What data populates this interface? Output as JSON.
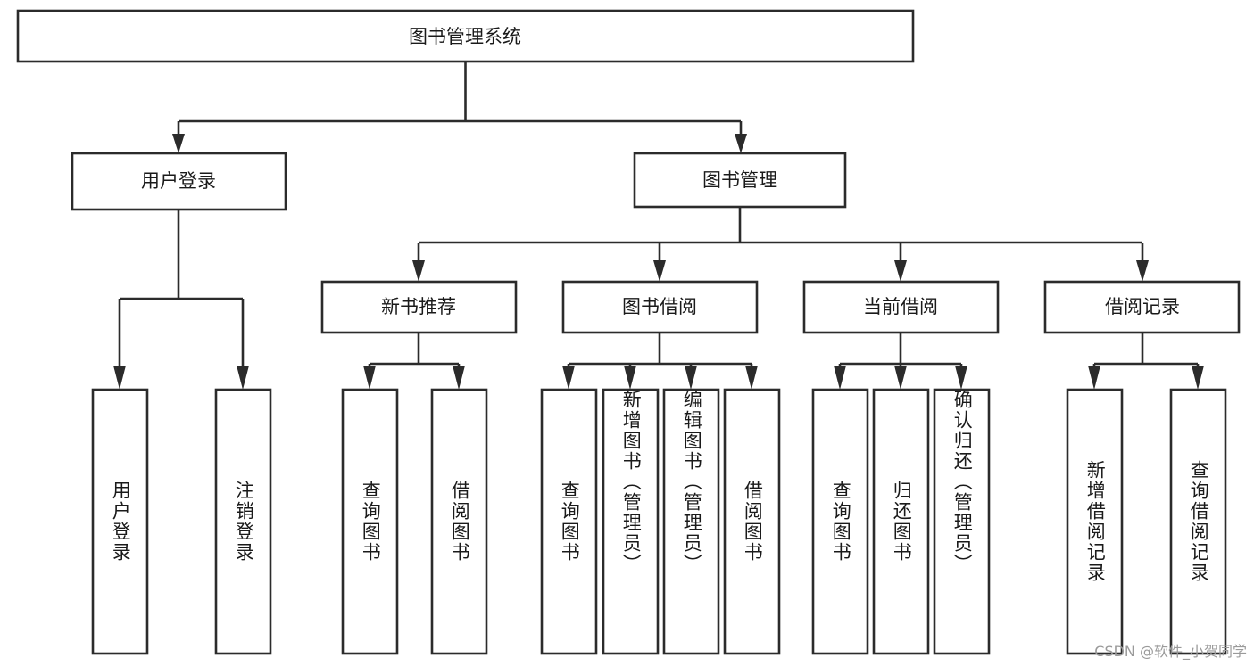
{
  "diagram": {
    "type": "tree",
    "title": "图书管理系统",
    "watermark": "CSDN @软件_小贺同学",
    "colors": {
      "background": "#ffffff",
      "stroke": "#2b2b2b",
      "box_fill": "#ffffff",
      "text": "#1a1a1a",
      "watermark": "#9a9a9a"
    },
    "nodes": {
      "root": {
        "label": "图书管理系统"
      },
      "level2": [
        {
          "id": "user-login",
          "label": "用户登录"
        },
        {
          "id": "book-manage",
          "label": "图书管理"
        }
      ],
      "level3": [
        {
          "id": "new-book-recommend",
          "label": "新书推荐"
        },
        {
          "id": "book-borrow",
          "label": "图书借阅"
        },
        {
          "id": "current-borrow",
          "label": "当前借阅"
        },
        {
          "id": "borrow-record",
          "label": "借阅记录"
        }
      ],
      "leaves": {
        "user-login": [
          {
            "id": "leaf-user-login",
            "label": "用户登录"
          },
          {
            "id": "leaf-logout-login",
            "label": "注销登录"
          }
        ],
        "new-book-recommend": [
          {
            "id": "leaf-query-book-1",
            "label": "查询图书"
          },
          {
            "id": "leaf-borrow-book-1",
            "label": "借阅图书"
          }
        ],
        "book-borrow": [
          {
            "id": "leaf-query-book-2",
            "label": "查询图书"
          },
          {
            "id": "leaf-add-book-admin",
            "label": "新增图书（管理员）"
          },
          {
            "id": "leaf-edit-book-admin",
            "label": "编辑图书（管理员）"
          },
          {
            "id": "leaf-borrow-book-2",
            "label": "借阅图书"
          }
        ],
        "current-borrow": [
          {
            "id": "leaf-query-book-3",
            "label": "查询图书"
          },
          {
            "id": "leaf-return-book",
            "label": "归还图书"
          },
          {
            "id": "leaf-confirm-return-admin",
            "label": "确认归还（管理员）"
          }
        ],
        "borrow-record": [
          {
            "id": "leaf-add-borrow-record",
            "label": "新增借阅记录"
          },
          {
            "id": "leaf-query-borrow-record",
            "label": "查询借阅记录"
          }
        ]
      }
    }
  }
}
